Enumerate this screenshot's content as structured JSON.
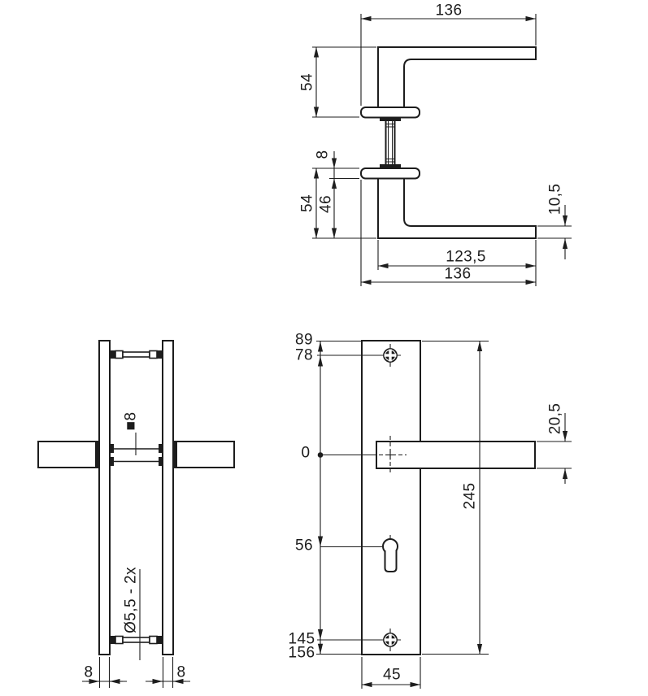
{
  "drawing": {
    "type": "technical-dimension-drawing",
    "subject": "door handle with backplate",
    "line_color": "#1d1d1d",
    "background_color": "#ffffff"
  },
  "top_view": {
    "length_top": "136",
    "height_upper": "54",
    "rosette_thickness": "8",
    "height_lower": "54",
    "height_inner": "46",
    "grip_thickness": "10,5",
    "grip_length": "123,5",
    "length_bottom": "136"
  },
  "front_view": {
    "spindle_label": "■8",
    "screw_hole_label": "Ø5,5 - 2x",
    "plate_thickness_left": "8",
    "plate_thickness_right": "8"
  },
  "side_view": {
    "plate_top_offset": "89",
    "screw_top_offset": "78",
    "handle_axis": "0",
    "keyhole_offset": "56",
    "screw_bottom_offset": "145",
    "plate_bottom_offset": "156",
    "plate_height": "245",
    "handle_thickness": "20,5",
    "plate_width": "45"
  }
}
